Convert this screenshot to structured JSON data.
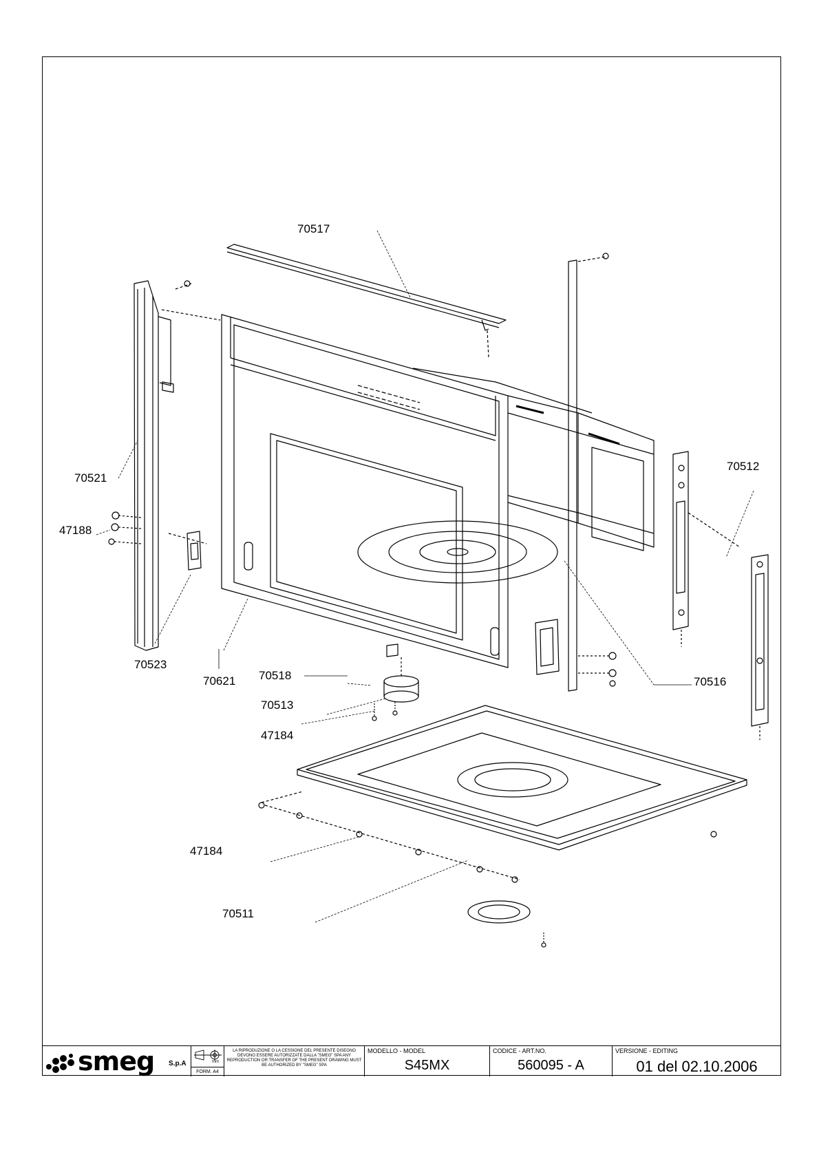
{
  "drawing": {
    "part_labels": [
      "70517",
      "70521",
      "47188",
      "70523",
      "70621",
      "70518",
      "70513",
      "47184",
      "47184",
      "70511",
      "70512",
      "70516"
    ]
  },
  "title_block": {
    "brand": "smeg",
    "brand_suffix": "S.p.A",
    "unit": "mm",
    "format": "FORM. A4",
    "notice": "LA RIPRODUZIONE O LA CESSIONE DEL PRESENTE DISEGNO DEVONO ESSERE AUTORIZZATE DALLA \"SMEG\" SPA ANY REPRODUCTION OR TRANSFER OF THE PRESENT DRAWING MUST BE AUTHORIZED BY \"SMEG\" SPA",
    "model_header": "MODELLO - MODEL",
    "model": "S45MX",
    "code_header": "CODICE - ART.NO.",
    "code": "560095 - A",
    "version_header": "VERSIONE - EDITING",
    "version": "01 del 02.10.2006"
  }
}
